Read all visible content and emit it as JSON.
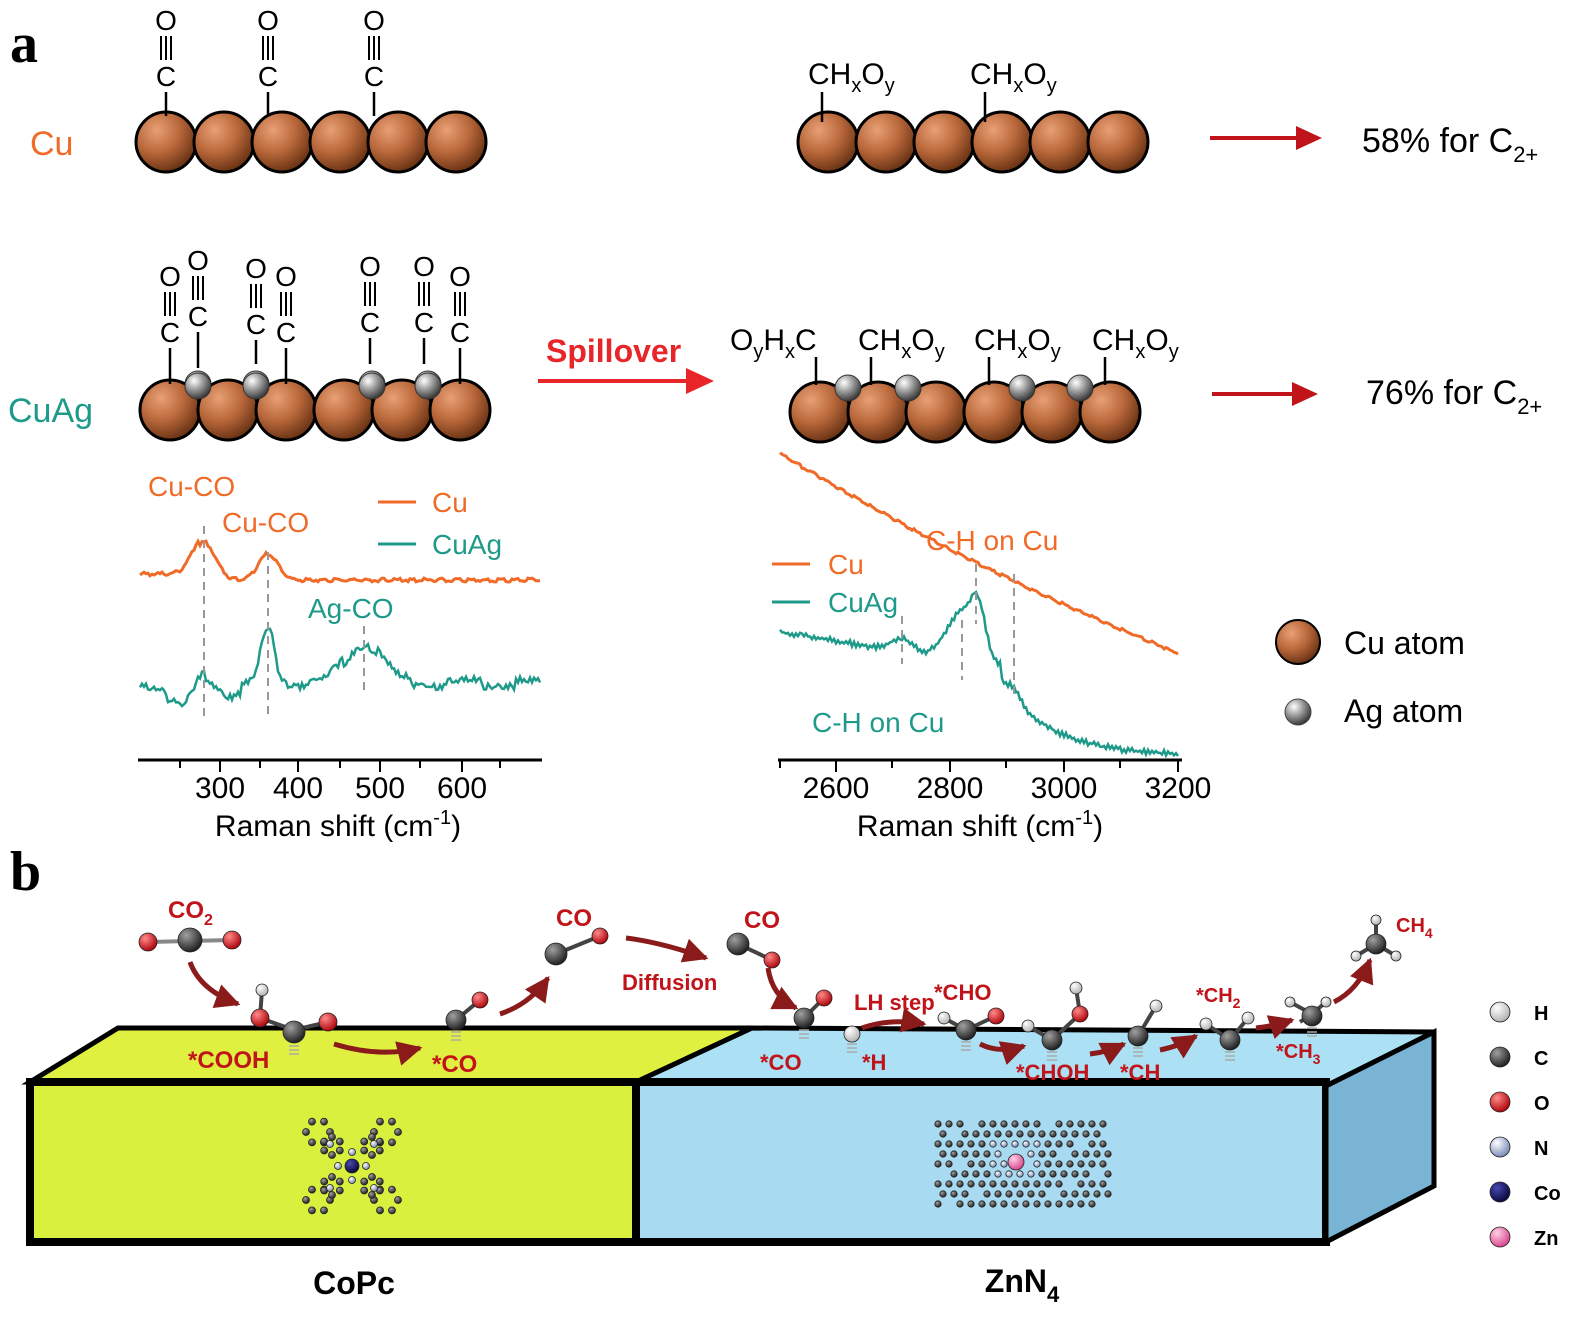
{
  "panel_a": {
    "label": "a",
    "row1": {
      "label": "Cu",
      "adsorbate": "CH",
      "adsorbate_sub1": "x",
      "adsorbate_mid": "O",
      "adsorbate_sub2": "y",
      "result_text": "58% for C",
      "result_sub": "2+"
    },
    "row2": {
      "label": "CuAg",
      "arrow_label": "Spillover",
      "left_adsorbate": "O",
      "left_sub1": "y",
      "left_mid": "H",
      "left_sub2": "x",
      "left_tail": "C",
      "result_text": "76% for C",
      "result_sub": "2+"
    },
    "co_letters": {
      "o": "O",
      "c": "C"
    },
    "legend": {
      "cu_atom": "Cu atom",
      "ag_atom": "Ag atom"
    },
    "spectrum_left": {
      "peaks": [
        "Cu-CO",
        "Cu-CO",
        "Ag-CO"
      ],
      "legend": [
        "Cu",
        "CuAg"
      ],
      "ticks": [
        "300",
        "400",
        "500",
        "600"
      ],
      "xlabel": "Raman shift (cm",
      "xlabel_sup": "-1",
      "xlabel_end": ")"
    },
    "spectrum_right": {
      "peaks": [
        "C-H on Cu",
        "C-H on Cu"
      ],
      "legend": [
        "Cu",
        "CuAg"
      ],
      "ticks": [
        "2600",
        "2800",
        "3000",
        "3200"
      ],
      "xlabel": "Raman shift (cm",
      "xlabel_sup": "-1",
      "xlabel_end": ")"
    }
  },
  "panel_b": {
    "label": "b",
    "co2": "CO",
    "co2_sub": "2",
    "co_top1": "CO",
    "diffusion": "Diffusion",
    "co_top2": "CO",
    "cooh": "*COOH",
    "co_left": "*CO",
    "co_right": "*CO",
    "h": "*H",
    "lh_step": "LH step",
    "cho": "*CHO",
    "choh": "*CHOH",
    "ch": "*CH",
    "ch2": "*CH",
    "ch2_sub": "2",
    "ch3": "*CH",
    "ch3_sub": "3",
    "ch4": "CH",
    "ch4_sub": "4",
    "bottom_left": "CoPc",
    "bottom_right": "ZnN",
    "bottom_right_sub": "4",
    "legend": [
      "H",
      "C",
      "O",
      "N",
      "Co",
      "Zn"
    ]
  },
  "colors": {
    "cu_orange": "#f06a28",
    "cuag_teal": "#1e9a8a",
    "dark_red": "#8b1a1a",
    "bright_red": "#e8262a",
    "copc_yellow": "#d9f03e",
    "znn4_blue": "#a8daf2",
    "cu_atom": "#b8673a",
    "ag_atom": "#8a8a8a",
    "h_atom": "#f2f2f2",
    "c_atom": "#505050",
    "o_atom": "#ee1c24",
    "n_atom": "#b0bcdc",
    "co_atom": "#1c1c6a",
    "zn_atom": "#f07ab4"
  }
}
